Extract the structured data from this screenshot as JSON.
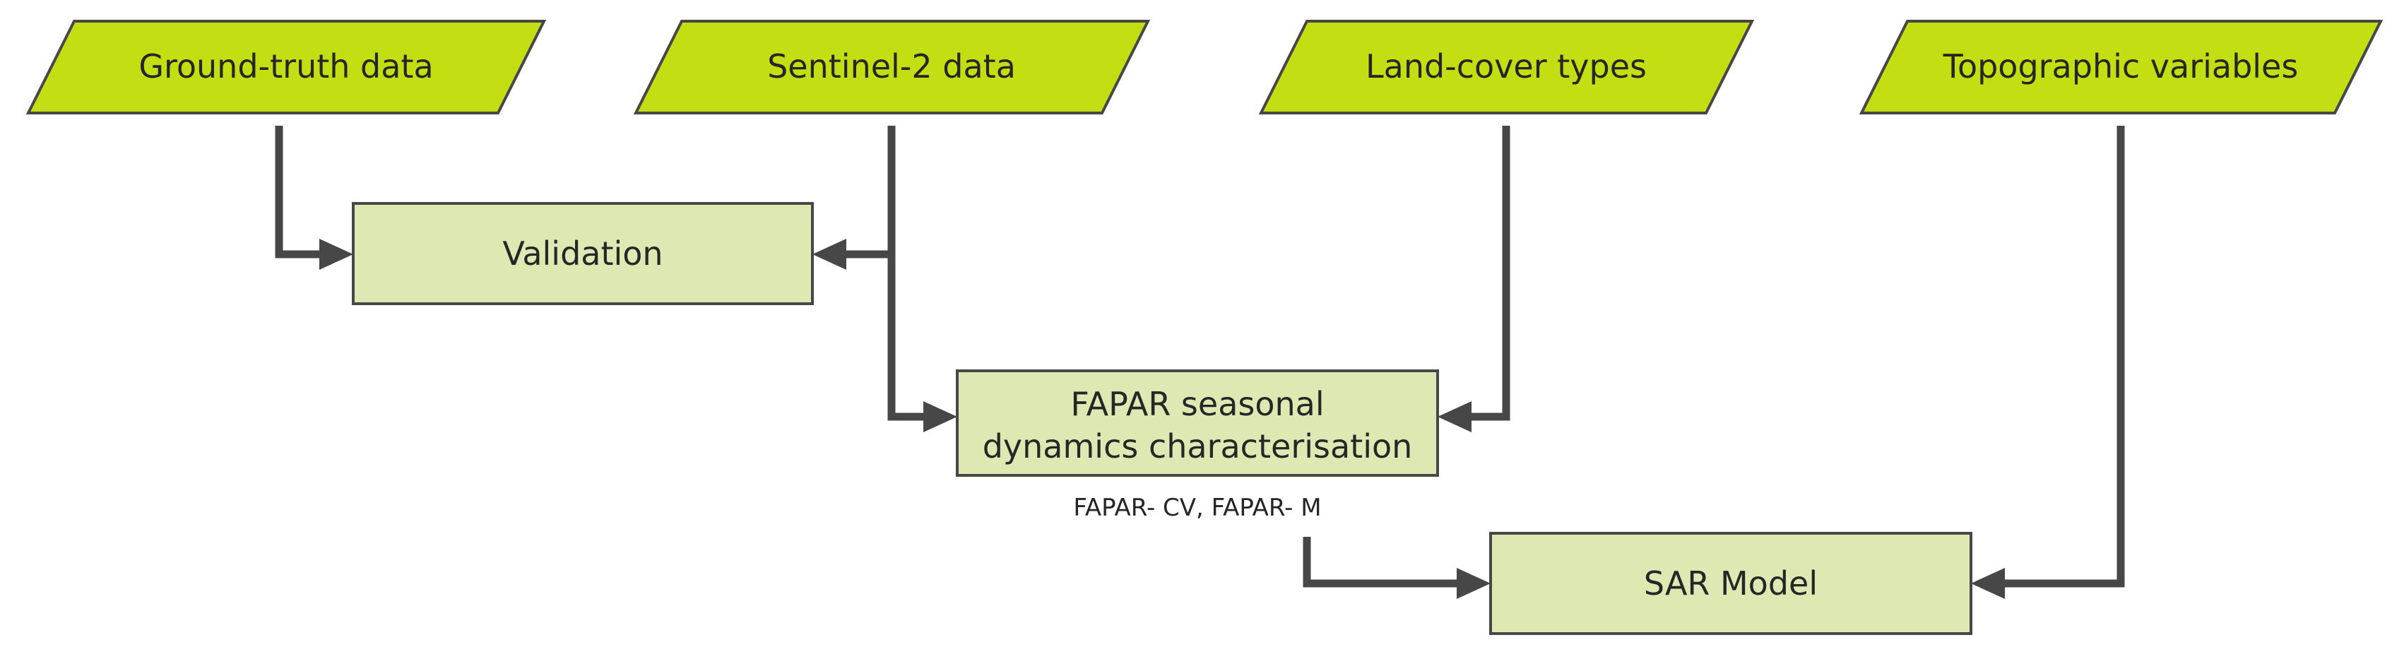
{
  "inputs": {
    "ground_truth": "Ground-truth data",
    "sentinel2": "Sentinel-2 data",
    "land_cover": "Land-cover types",
    "topographic": "Topographic variables"
  },
  "processes": {
    "validation": "Validation",
    "fapar_line1": "FAPAR seasonal",
    "fapar_line2": "dynamics characterisation",
    "sar_model": "SAR Model"
  },
  "annotations": {
    "fapar_outputs": "FAPAR- CV, FAPAR- M"
  },
  "colors": {
    "input_fill": "#c4de14",
    "process_fill": "#dde8b2",
    "stroke": "#474747"
  }
}
